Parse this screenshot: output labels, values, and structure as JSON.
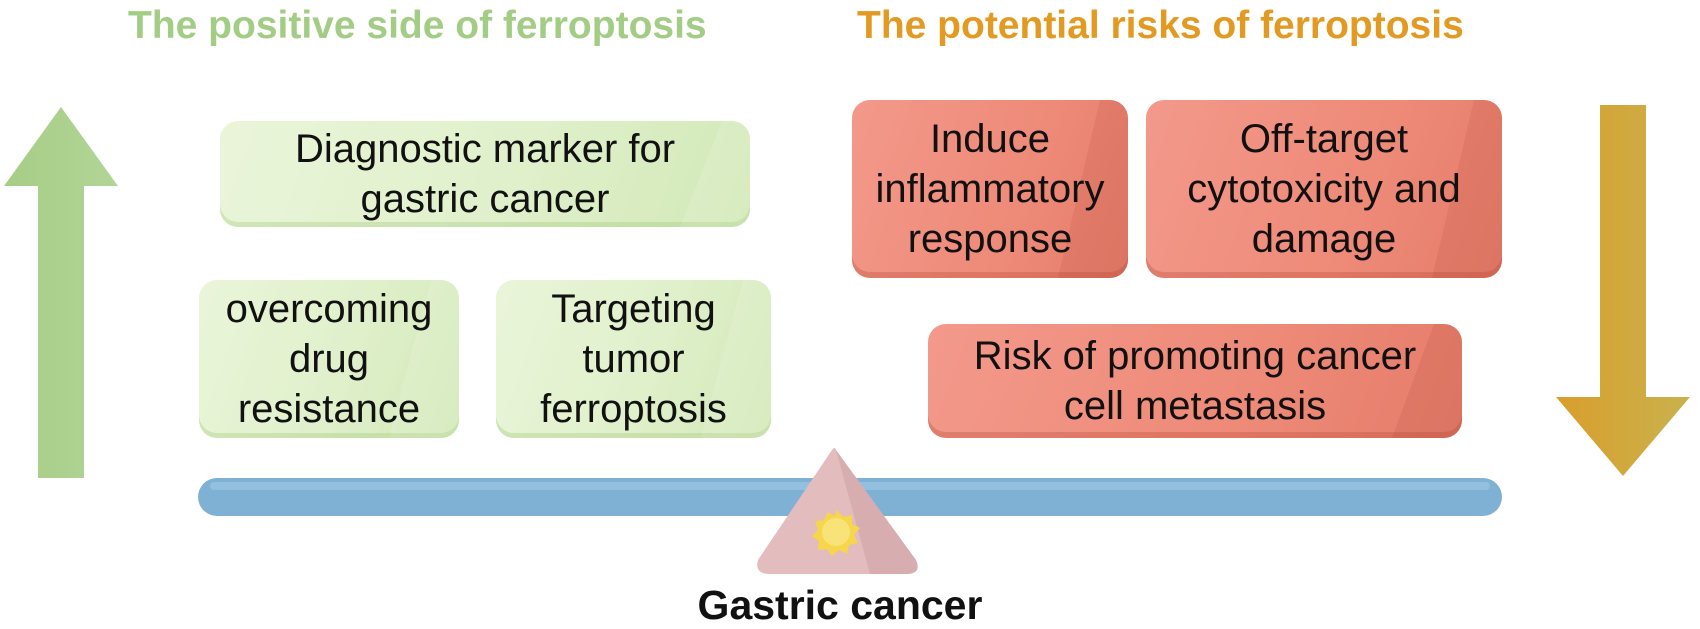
{
  "left_heading": "The positive side of ferroptosis",
  "right_heading": "The potential risks of ferroptosis",
  "positive_boxes": [
    {
      "lines": [
        "Diagnostic marker for",
        "gastric cancer"
      ]
    },
    {
      "lines": [
        "overcoming",
        "drug",
        "resistance"
      ]
    },
    {
      "lines": [
        "Targeting",
        "tumor",
        "ferroptosis"
      ]
    }
  ],
  "risk_boxes": [
    {
      "lines": [
        "Induce",
        "inflammatory",
        "response"
      ]
    },
    {
      "lines": [
        "Off-target",
        "cytotoxicity and",
        "damage"
      ]
    },
    {
      "lines": [
        "Risk of promoting cancer",
        "cell metastasis"
      ]
    }
  ],
  "fulcrum_label": "Gastric cancer",
  "colors": {
    "positive_heading": "#a3cd85",
    "risk_heading": "#e39a22",
    "positive_box": "#e0f0cb",
    "risk_box": "#ee8a78",
    "beam": "#7eb1d4",
    "fulcrum": "#e3bcbd",
    "sun": "#f6d64a",
    "up_arrow": "#a9cf8b",
    "down_arrow": "#d4a73a"
  },
  "icons": {
    "up_arrow": "arrow-up-icon",
    "down_arrow": "arrow-down-icon",
    "sun": "sun-icon"
  }
}
